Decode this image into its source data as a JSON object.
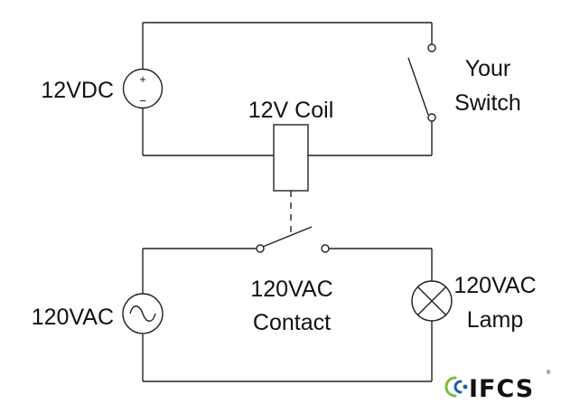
{
  "labels": {
    "dc_source": "12VDC",
    "coil": "12V Coil",
    "switch_line1": "Your",
    "switch_line2": "Switch",
    "ac_source": "120VAC",
    "contact_line1": "120VAC",
    "contact_line2": "Contact",
    "lamp_line1": "120VAC",
    "lamp_line2": "Lamp"
  },
  "symbols": {
    "plus": "+",
    "minus": "−"
  },
  "logo": {
    "text": "IFCS",
    "registered": "®",
    "colors": {
      "text": "#1c5fae",
      "waves": [
        "#7dbb42",
        "#1c5fae",
        "#1c5fae"
      ]
    }
  },
  "colors": {
    "wire": "#222222",
    "background": "#ffffff"
  }
}
